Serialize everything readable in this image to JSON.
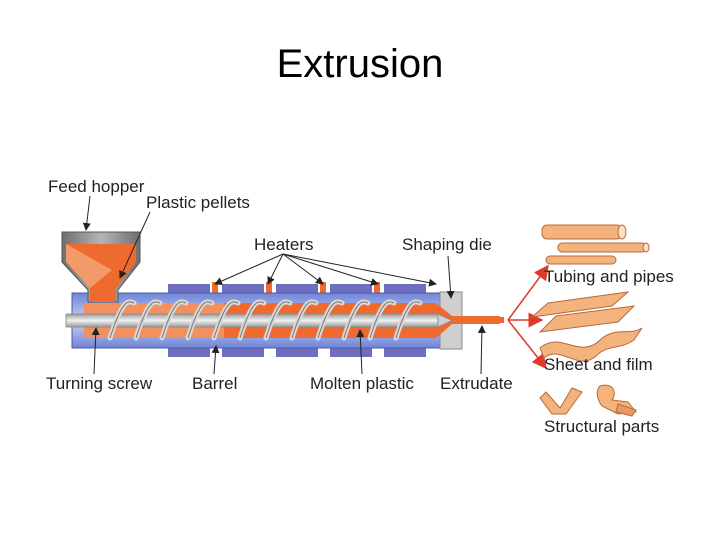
{
  "slide": {
    "title": "Extrusion"
  },
  "labels": {
    "feed_hopper": "Feed hopper",
    "plastic_pellets": "Plastic pellets",
    "heaters": "Heaters",
    "shaping_die": "Shaping die",
    "turning_screw": "Turning screw",
    "barrel": "Barrel",
    "molten_plastic": "Molten plastic",
    "extrudate": "Extrudate",
    "tubing_and_pipes": "Tubing and pipes",
    "sheet_and_film": "Sheet and film",
    "structural_parts": "Structural parts"
  },
  "colors": {
    "melt": "#ef6a2e",
    "melt_light": "#f39a6a",
    "barrel": "#7c8fd8",
    "heater": "#6d6fbe",
    "hopper": "#8c8c8c",
    "die": "#cfcfcf",
    "screw": "#dcdcdc",
    "arrow": "#e03a2a",
    "product": "#f4b27d"
  }
}
